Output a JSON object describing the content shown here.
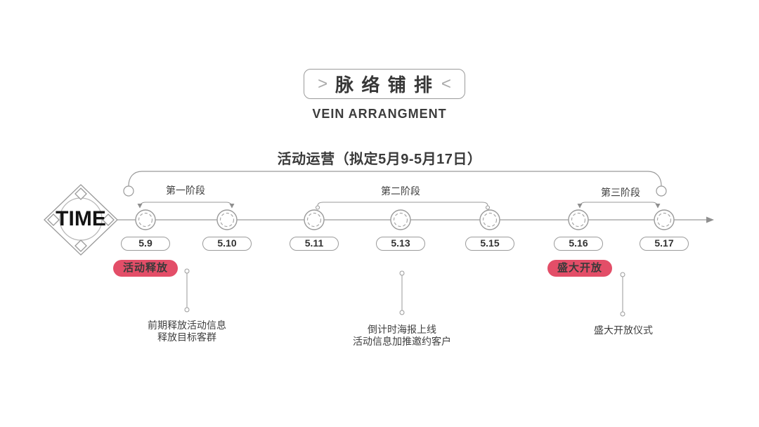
{
  "slide": {
    "title": "脉 络 铺 排",
    "title_decor_left": ">",
    "title_decor_right": "<",
    "subtitle": "VEIN ARRANGMENT",
    "section_header": "活动运营（拟定5月9-5月17日）"
  },
  "timeline": {
    "axis_label": "TIME",
    "phases": [
      "第一阶段",
      "第二阶段",
      "第三阶段"
    ],
    "dates": [
      "5.9",
      "5.10",
      "5.11",
      "5.13",
      "5.15",
      "5.16",
      "5.17"
    ],
    "milestones": [
      "活动释放",
      "盛大开放"
    ],
    "notes": [
      [
        "前期释放活动信息",
        "释放目标客群"
      ],
      [
        "倒计时海报上线",
        "活动信息加推邀约客户"
      ],
      [
        "盛大开放仪式"
      ]
    ]
  },
  "colors": {
    "accent": "#e34e68",
    "line": "#9a9a9a",
    "text": "#3d3d3d"
  }
}
